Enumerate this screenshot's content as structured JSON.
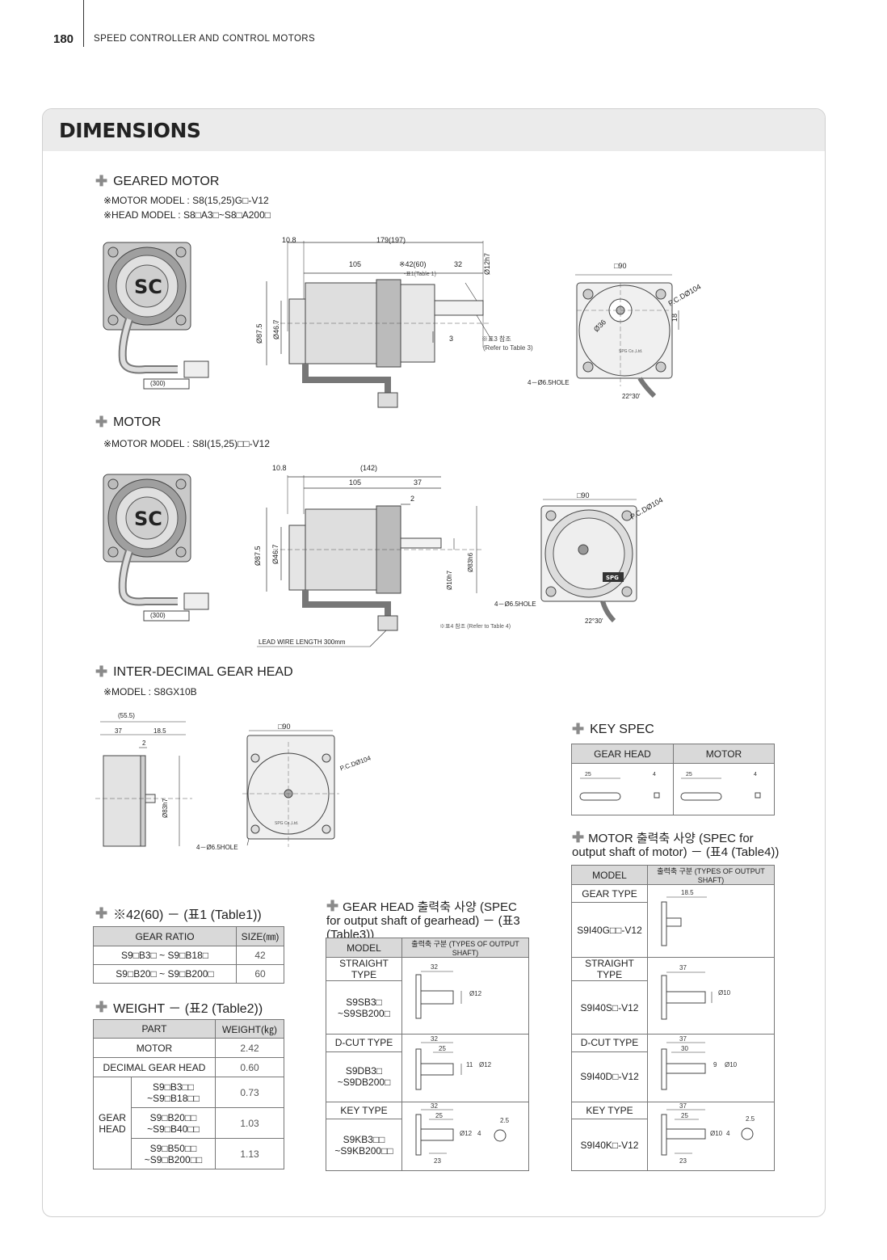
{
  "header": {
    "page_number": "180",
    "section": "SPEED CONTROLLER AND CONTROL MOTORS"
  },
  "title": "DIMENSIONS",
  "geared": {
    "heading": "GEARED MOTOR",
    "note1": "※MOTOR MODEL : S8(15,25)G□-V12",
    "note2": "※HEAD MODEL : S8□A3□~S8□A200□",
    "dims": {
      "d1": "10.8",
      "d2": "179(197)",
      "d3": "105",
      "d4": "※42(60)",
      "d5": "32",
      "d6": "-표1(Table 1)",
      "d7": "Ø12h7",
      "d8": "Ø87.5",
      "d9": "Ø46.7",
      "d10": "3",
      "d11": "※표3 참조",
      "d12": "(Refer to Table 3)",
      "d13": "(300)",
      "d14": "□90",
      "d15": "P.C.DØ104",
      "d16": "18",
      "d17": "Ø36",
      "d18": "SPG Co.,Ltd.",
      "d19": "4－Ø6.5HOLE",
      "d20": "22°30'"
    }
  },
  "motor": {
    "heading": "MOTOR",
    "note1": "※MOTOR MODEL : S8I(15,25)□□-V12",
    "dims": {
      "d1": "10.8",
      "d2": "(142)",
      "d3": "105",
      "d4": "37",
      "d5": "2",
      "d6": "Ø87.5",
      "d7": "Ø46.7",
      "d8": "Ø10h7",
      "d9": "Ø83h6",
      "d10": "(300)",
      "d11": "LEAD WIRE LENGTH 300mm",
      "d12": "※표4 참조 (Refer to Table 4)",
      "d13": "□90",
      "d14": "P.C.DØ104",
      "d15": "4－Ø6.5HOLE",
      "d16": "22°30'"
    }
  },
  "gearhead": {
    "heading": "INTER-DECIMAL GEAR HEAD",
    "note1": "※MODEL : S8GX10B",
    "dims": {
      "d1": "(55.5)",
      "d2": "37",
      "d3": "18.5",
      "d4": "2",
      "d5": "Ø83h7",
      "d6": "□90",
      "d7": "P.C.DØ104",
      "d8": "SPG Co.,Ltd.",
      "d9": "4－Ø6.5HOLE"
    }
  },
  "keyspec": {
    "heading": "KEY SPEC",
    "col1": "GEAR HEAD",
    "col2": "MOTOR",
    "g_len": "25",
    "g_w": "4",
    "m_len": "25",
    "m_w": "4"
  },
  "table1": {
    "heading": "※42(60) － (표1 (Table1))",
    "headers": [
      "GEAR RATIO",
      "SIZE(㎜)"
    ],
    "rows": [
      [
        "S9□B3□ ~ S9□B18□",
        "42"
      ],
      [
        "S9□B20□ ~ S9□B200□",
        "60"
      ]
    ]
  },
  "table2": {
    "heading": "WEIGHT － (표2 (Table2))",
    "headers": [
      "PART",
      "WEIGHT(㎏)"
    ],
    "motor": "MOTOR",
    "motor_w": "2.42",
    "dec": "DECIMAL GEAR HEAD",
    "dec_w": "0.60",
    "group": "GEAR HEAD",
    "g1": "S9□B3□□ ~S9□B18□□",
    "g1_w": "0.73",
    "g2": "S9□B20□□ ~S9□B40□□",
    "g2_w": "1.03",
    "g3": "S9□B50□□ ~S9□B200□□",
    "g3_w": "1.13"
  },
  "table3": {
    "heading": "GEAR HEAD 출력축 사양 (SPEC for output shaft of gearhead) － (표3 (Table3))",
    "headers": [
      "MODEL",
      "출력축 구분 (TYPES OF OUTPUT SHAFT)"
    ],
    "straight": "STRAIGHT TYPE",
    "straight_model": "S9SB3□ ~S9SB200□",
    "dcut": "D-CUT TYPE",
    "dcut_model": "S9DB3□ ~S9DB200□",
    "key": "KEY TYPE",
    "key_model": "S9KB3□□ ~S9KB200□□",
    "s_len": "32",
    "s_dia": "Ø12",
    "d_len": "32",
    "d_cut": "25",
    "d_flat": "11",
    "d_dia": "Ø12",
    "k_len": "32",
    "k_key": "25",
    "k_dia": "Ø12",
    "k_w": "4",
    "k_ang": "2.5",
    "k_off": "23"
  },
  "table4": {
    "heading": "MOTOR 출력축 사양 (SPEC for output shaft of motor) － (표4 (Table4))",
    "headers": [
      "MODEL",
      "출력축 구분 (TYPES OF OUTPUT SHAFT)"
    ],
    "gear": "GEAR TYPE",
    "gear_model": "S9I40G□□-V12",
    "g_len": "18.5",
    "straight": "STRAIGHT TYPE",
    "straight_model": "S9I40S□-V12",
    "s_len": "37",
    "s_dia": "Ø10",
    "dcut": "D-CUT TYPE",
    "dcut_model": "S9I40D□-V12",
    "d_len": "37",
    "d_cut": "30",
    "d_flat": "9",
    "d_dia": "Ø10",
    "key": "KEY TYPE",
    "key_model": "S9I40K□-V12",
    "k_len": "37",
    "k_key": "25",
    "k_dia": "Ø10",
    "k_w": "4",
    "k_ang": "2.5",
    "k_off": "23"
  }
}
